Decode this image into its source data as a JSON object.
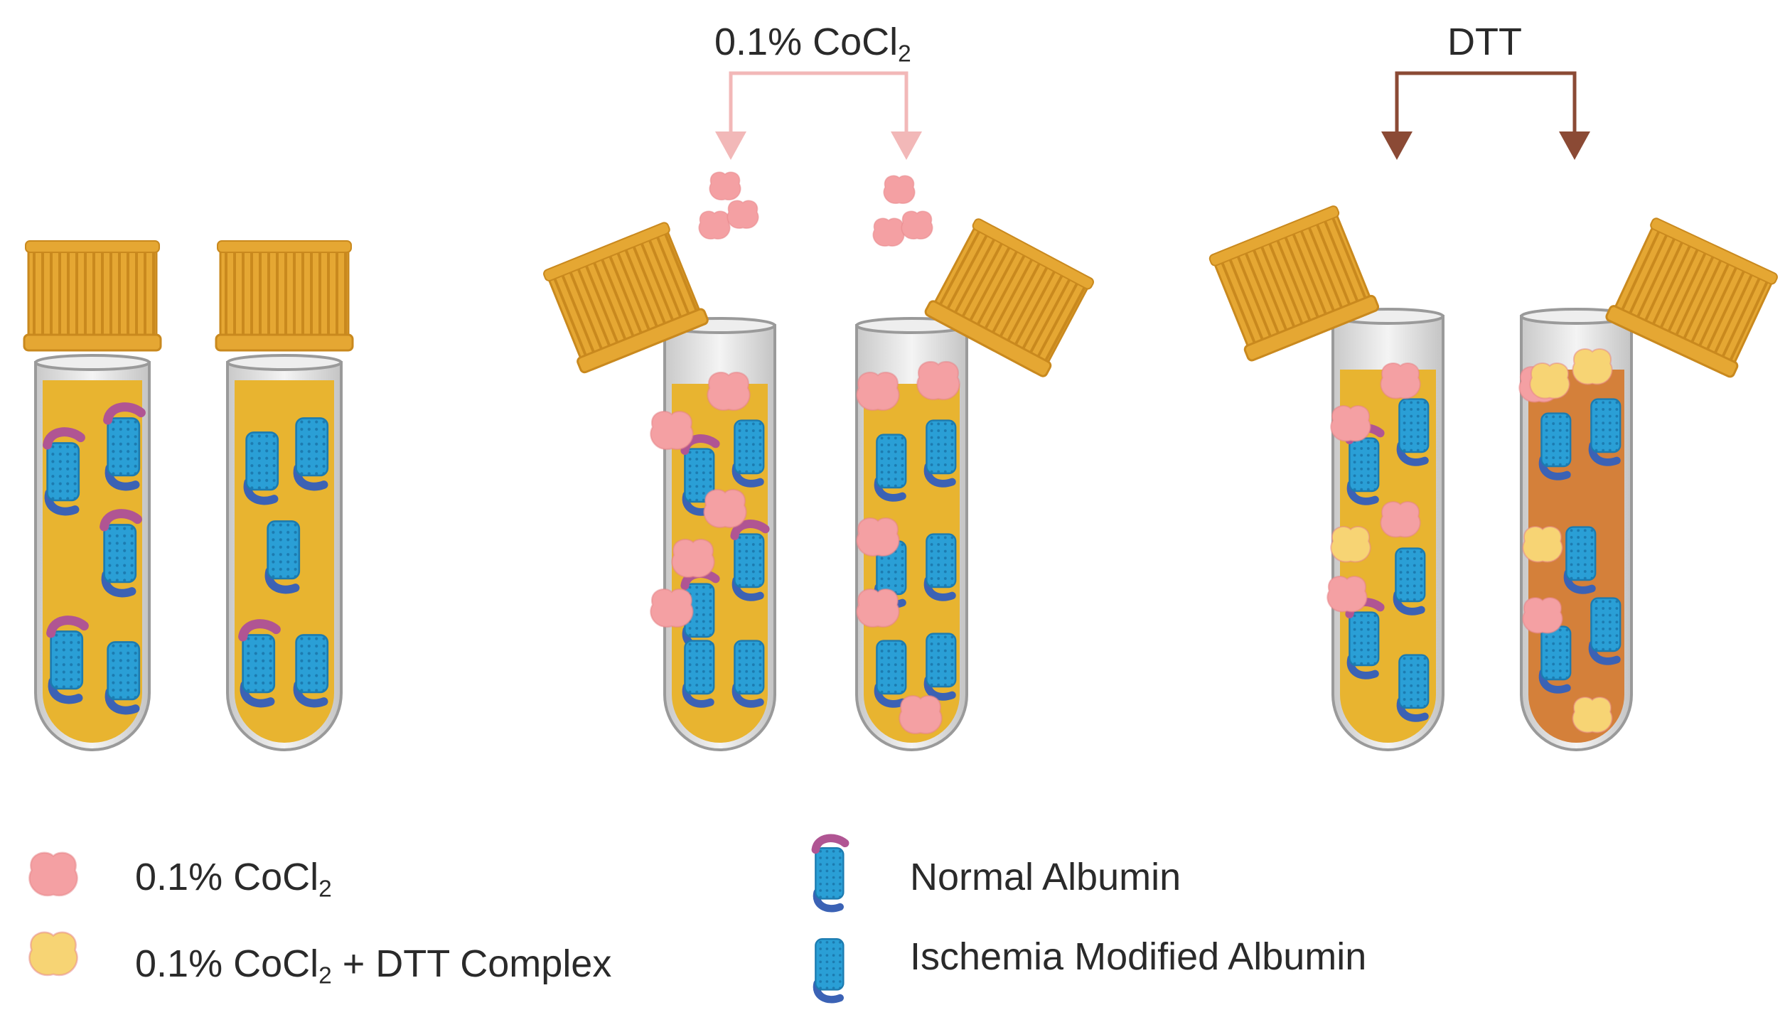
{
  "arrows": {
    "cocl2_label": {
      "pre": "0.1% CoCl",
      "sub": "2"
    },
    "dtt_label": "DTT",
    "cocl2_color": "#f2b8b8",
    "dtt_color": "#8b4a35"
  },
  "legend": {
    "cocl2": {
      "pre": "0.1% CoCl",
      "sub": "2",
      "post": ""
    },
    "complex": {
      "pre": "0.1% CoCl",
      "sub": "2",
      "post": " + DTT Complex"
    },
    "normal_albumin": "Normal Albumin",
    "ima": "Ischemia Modified Albumin"
  },
  "colors": {
    "cap": "#e5a733",
    "cap_dark": "#c9891e",
    "serum": "#e8b430",
    "serum_dtt": "#d4803a",
    "albumin": "#2a9fd6",
    "albumin_dark": "#1c7bb0",
    "albumin_tail": "#3b62b5",
    "albumin_cap": "#b05593",
    "cobalt": "#f4a0a3",
    "complex": "#f7d474"
  }
}
